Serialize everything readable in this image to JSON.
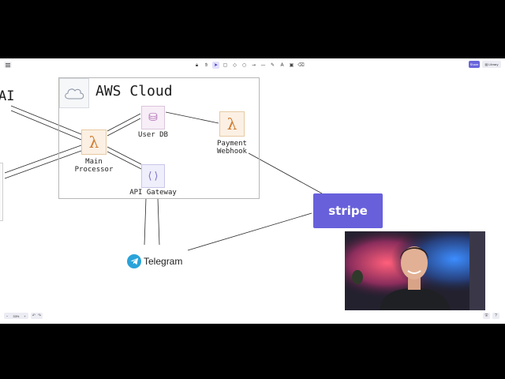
{
  "toolbar": {
    "tools": [
      "lock-icon",
      "hand-icon",
      "selection-icon",
      "rectangle-icon",
      "diamond-icon",
      "ellipse-icon",
      "arrow-icon",
      "line-icon",
      "pencil-icon",
      "text-icon",
      "image-icon",
      "eraser-icon"
    ],
    "active_tool": "selection-icon",
    "share_label": "Share",
    "library_label": "Library"
  },
  "diagram": {
    "left_label": "AI",
    "aws_title": "AWS Cloud",
    "user_db_label": "User DB",
    "main_processor_label": [
      "Main",
      "Processor"
    ],
    "api_gateway_label": "API Gateway",
    "payment_webhook_label": [
      "Payment",
      "Webhook"
    ],
    "lambda_glyph": "λ",
    "stripe_label": "stripe",
    "telegram_label": "Telegram"
  },
  "footer": {
    "zoom_out": "−",
    "zoom_value": "33%",
    "zoom_in": "+"
  },
  "colors": {
    "accent": "#6965db",
    "stripe": "#6860db",
    "telegram": "#2aa3d9",
    "lambda": "#d07b2f"
  }
}
